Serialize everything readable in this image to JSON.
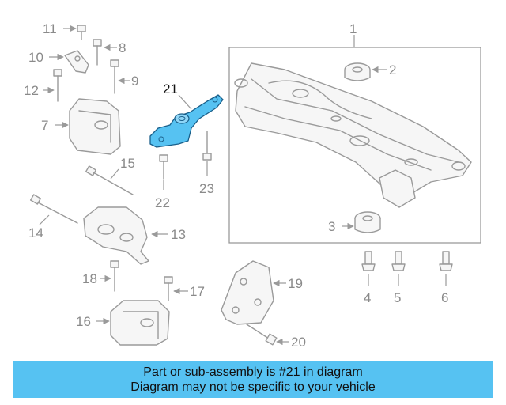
{
  "callouts": {
    "c1": "1",
    "c2": "2",
    "c3": "3",
    "c4": "4",
    "c5": "5",
    "c6": "6",
    "c7": "7",
    "c8": "8",
    "c9": "9",
    "c10": "10",
    "c11": "11",
    "c12": "12",
    "c13": "13",
    "c14": "14",
    "c15": "15",
    "c16": "16",
    "c17": "17",
    "c18": "18",
    "c19": "19",
    "c20": "20",
    "c21": "21",
    "c22": "22",
    "c23": "23"
  },
  "highlight_color": "#56c2f2",
  "banner": {
    "line1": "Part or sub-assembly is #21 in diagram",
    "line2": "Diagram may not be specific to your vehicle"
  }
}
